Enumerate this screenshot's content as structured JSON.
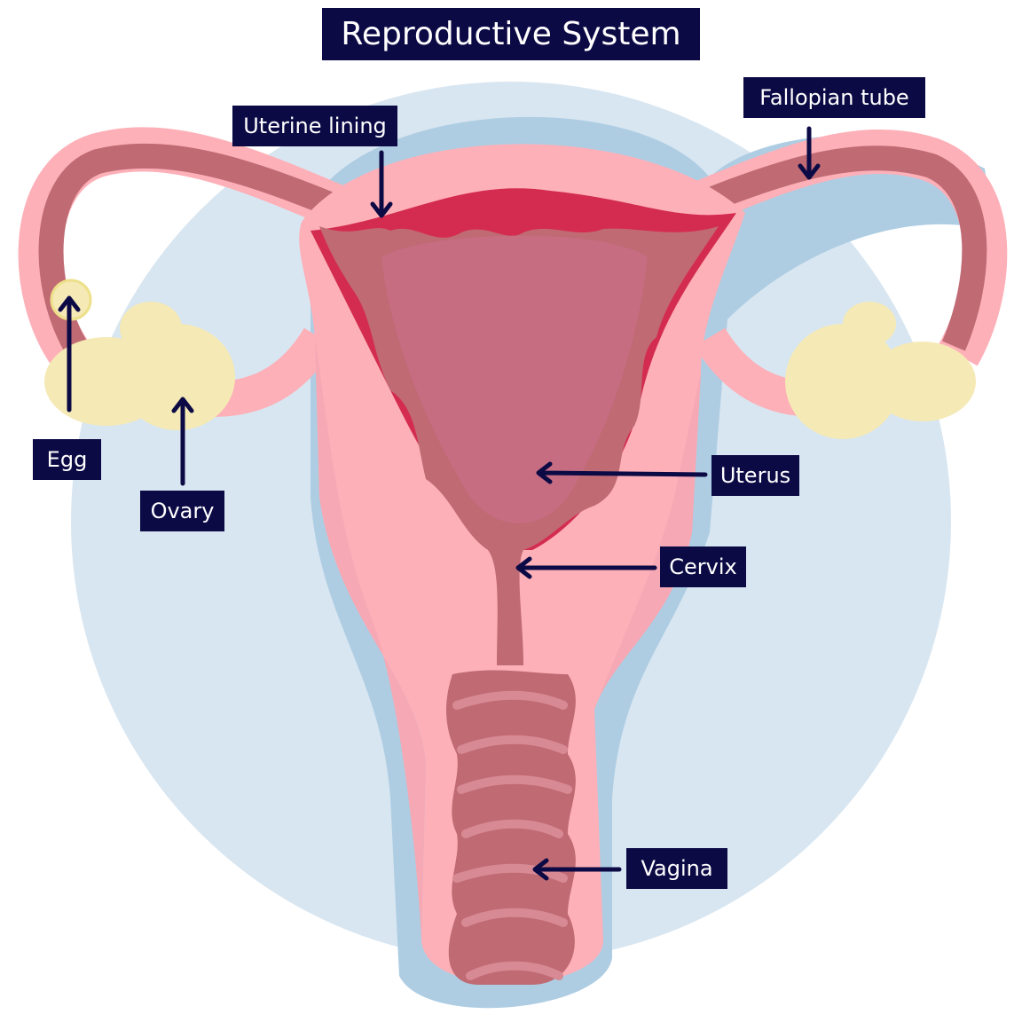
{
  "title": "Reproductive System",
  "labels": {
    "uterine_lining": "Uterine lining",
    "fallopian_tube": "Fallopian tube",
    "egg": "Egg",
    "ovary": "Ovary",
    "uterus": "Uterus",
    "cervix": "Cervix",
    "vagina": "Vagina"
  },
  "colors": {
    "background_circle": "#d8e6f1",
    "shadow": "#aecde3",
    "tissue": "#fdb0b8",
    "tissue_dark": "#f6a8b4",
    "lining": "#d42c50",
    "cavity": "#c06a74",
    "cavity_inner": "#c66d82",
    "ovary": "#f5e9b5",
    "label_bg": "#0c0a45"
  }
}
